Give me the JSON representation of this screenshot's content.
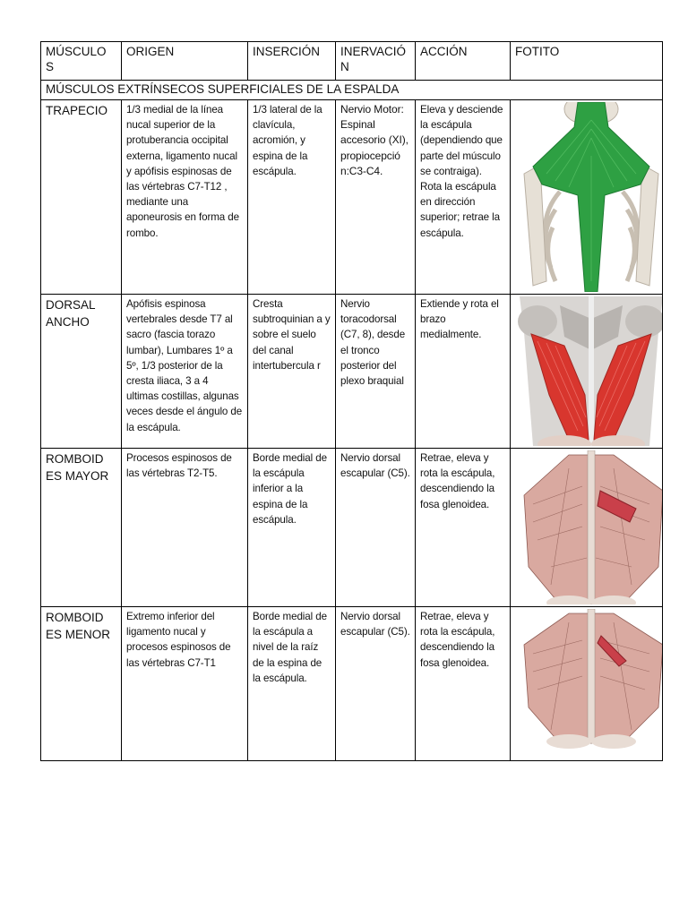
{
  "headers": [
    "MÚSCULOS",
    "ORIGEN",
    "INSERCIÓN",
    "INERVACIÓN",
    "ACCIÓN",
    "FOTITO"
  ],
  "header_display": [
    "MÚSCULO\nS",
    "ORIGEN",
    "INSERCIÓN",
    "INERVACIÓ\nN",
    "ACCIÓN",
    "FOTITO"
  ],
  "section_title": "MÚSCULOS EXTRÍNSECOS SUPERFICIALES DE LA ESPALDA",
  "rows": [
    {
      "muscle": "TRAPECIO",
      "origin": "1/3 medial de la línea nucal superior de la protuberancia occipital externa, ligamento nucal y apófisis espinosas de las vértebras C7-T12 , mediante una aponeurosis en forma de rombo.",
      "insertion": "1/3 lateral de la clavícula, acromión, y espina de la escápula.",
      "innervation": "Nervio Motor: Espinal accesorio (XI), propiocepció n:C3-C4.",
      "action": "Eleva y desciende la escápula (dependiendo que parte del músculo se contraiga). Rota la escápula en dirección superior; retrae la escápula.",
      "photo_icon": "trapezius-illustration"
    },
    {
      "muscle": "DORSAL ANCHO",
      "origin": "Apófisis espinosa vertebrales desde T7 al sacro (fascia torazo lumbar), Lumbares 1º a 5º, 1/3 posterior de la cresta iliaca, 3 a 4 ultimas costillas, algunas veces desde el ángulo de la escápula.",
      "insertion": "Cresta subtroquinian a y sobre el suelo del canal intertubercula r",
      "innervation": "Nervio toracodorsal (C7, 8), desde el tronco posterior del plexo braquial",
      "action": "Extiende y rota el brazo medialmente.",
      "photo_icon": "latissimus-dorsi-illustration"
    },
    {
      "muscle": "ROMBOID ES MAYOR",
      "origin": "Procesos espinosos de las vértebras T2-T5.",
      "insertion": "Borde medial de la escápula inferior a la espina de la escápula.",
      "innervation": "Nervio dorsal escapular (C5).",
      "action": "Retrae, eleva y rota la escápula, descendiendo la fosa glenoidea.",
      "photo_icon": "rhomboid-major-illustration"
    },
    {
      "muscle": "ROMBOID ES MENOR",
      "origin": "Extremo inferior del ligamento nucal y procesos espinosos de las vértebras C7-T1",
      "insertion": "Borde medial de la escápula a nivel de la raíz de la espina de la escápula.",
      "innervation": "Nervio dorsal escapular (C5).",
      "action": "Retrae, eleva y rota la escápula, descendiendo la fosa glenoidea.",
      "photo_icon": "rhomboid-minor-illustration"
    }
  ],
  "colors": {
    "trapezius": "#2ea043",
    "latissimus": "#d8362e",
    "rhomboid": "#c9404a",
    "muscle_fiber": "#c98a82",
    "bone": "#e8e2d8"
  }
}
